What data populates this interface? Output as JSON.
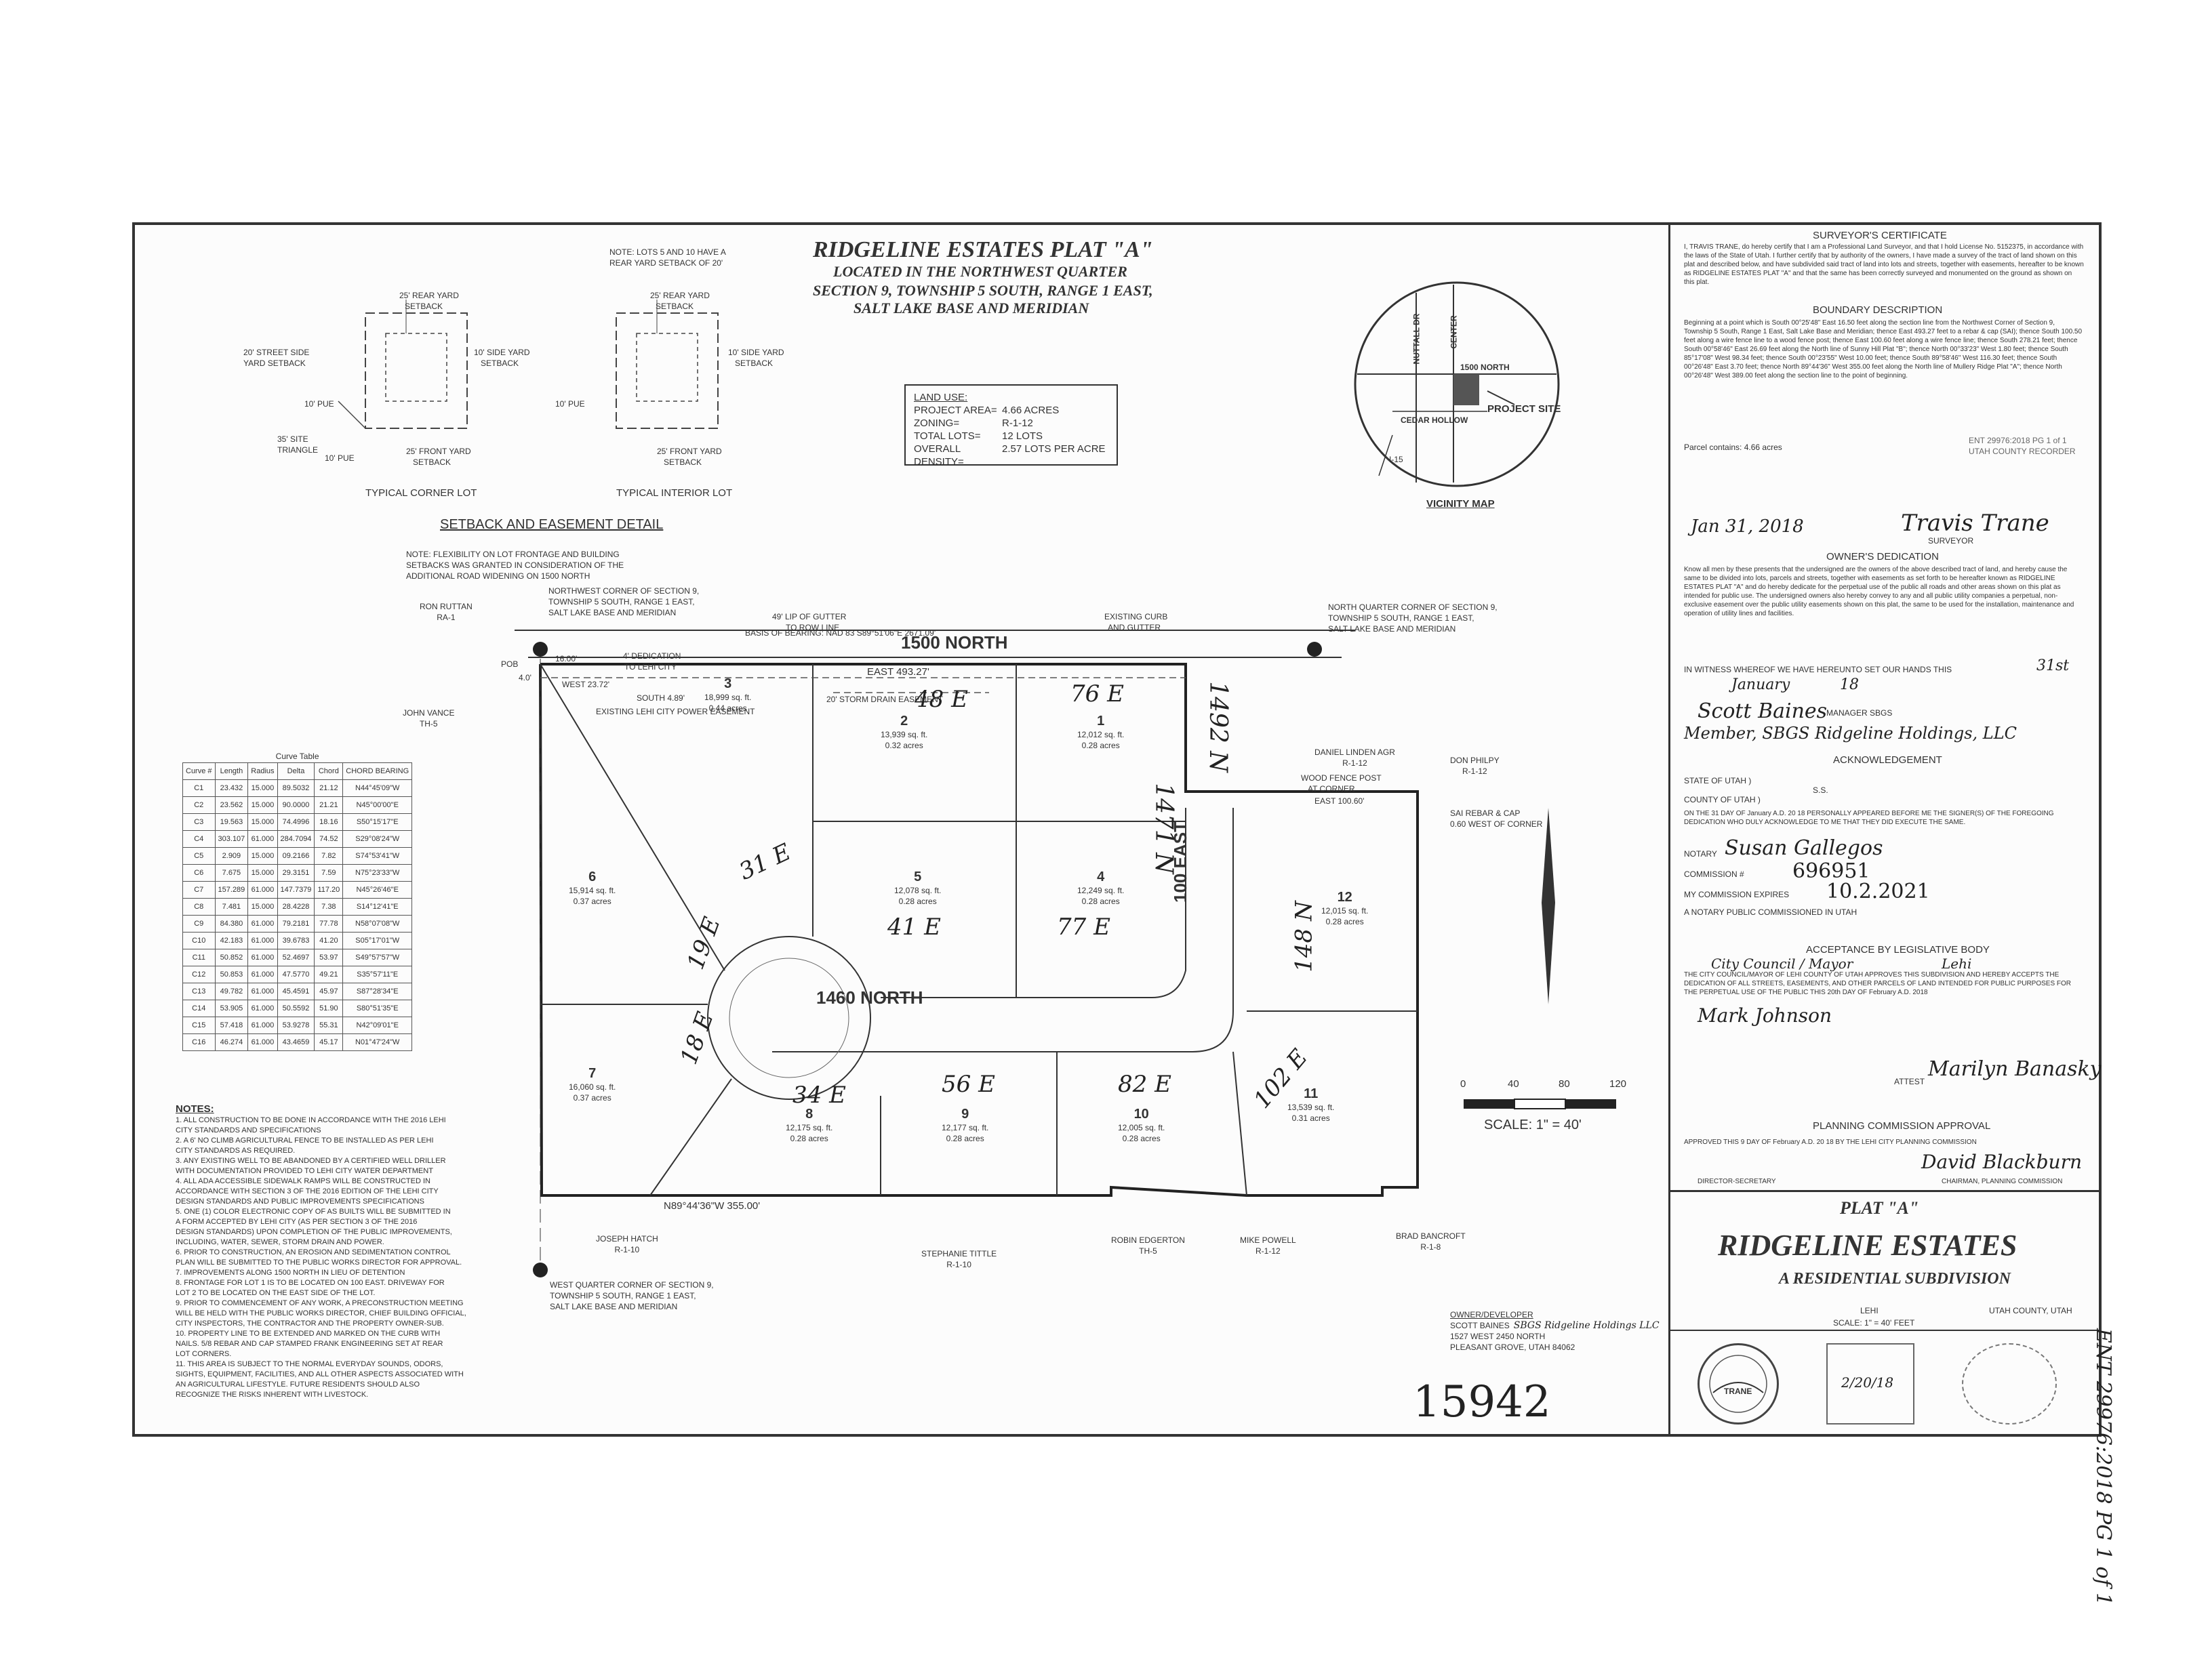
{
  "title": {
    "line1": "RIDGELINE ESTATES PLAT \"A\"",
    "line2": "LOCATED IN THE NORTHWEST QUARTER",
    "line3": "SECTION 9, TOWNSHIP 5 SOUTH, RANGE 1 EAST,",
    "line4": "SALT LAKE BASE AND MERIDIAN"
  },
  "setback": {
    "note": "NOTE: LOTS 5 AND 10 HAVE A",
    "note2": "REAR YARD SETBACK OF 20'",
    "corner_lot": "TYPICAL CORNER LOT",
    "interior_lot": "TYPICAL INTERIOR LOT",
    "rear_yard": "25' REAR YARD",
    "setback_word": "SETBACK",
    "street_side": "20' STREET SIDE",
    "yard_setback": "YARD SETBACK",
    "side_yard": "10' SIDE YARD",
    "front_yard": "25' FRONT YARD",
    "pue": "10' PUE",
    "site_triangle": "35' SITE",
    "triangle": "TRIANGLE",
    "detail_title": "SETBACK AND EASEMENT DETAIL",
    "flex_note1": "NOTE: FLEXIBILITY ON LOT FRONTAGE AND BUILDING",
    "flex_note2": "SETBACKS WAS GRANTED IN CONSIDERATION OF THE",
    "flex_note3": "ADDITIONAL ROAD WIDENING ON 1500 NORTH"
  },
  "land_use": {
    "header": "LAND USE:",
    "rows": [
      {
        "label": "PROJECT AREA=",
        "value": "4.66 ACRES"
      },
      {
        "label": "ZONING=",
        "value": "R-1-12"
      },
      {
        "label": "TOTAL LOTS=",
        "value": "12 LOTS"
      },
      {
        "label": "OVERALL DENSITY=",
        "value": "2.57 LOTS PER ACRE"
      }
    ]
  },
  "vicinity": {
    "title": "VICINITY MAP",
    "street1": "1500 NORTH",
    "street2": "CEDAR HOLLOW",
    "street3": "NUTTALL DR",
    "street4": "CENTER",
    "project_site": "PROJECT SITE",
    "highway": "I-15"
  },
  "plan": {
    "road_1500": "1500 NORTH",
    "road_1460": "1460 NORTH",
    "road_100e": "100 EAST",
    "basis": "BASIS OF BEARING: NAD 83 S89°51'06\"E 2671.09'",
    "nw_corner1": "NORTHWEST CORNER OF SECTION 9,",
    "nw_corner2": "TOWNSHIP 5 SOUTH, RANGE 1 EAST,",
    "nw_corner3": "SALT LAKE BASE AND MERIDIAN",
    "nq_corner1": "NORTH QUARTER CORNER OF SECTION 9,",
    "nq_corner2": "TOWNSHIP 5 SOUTH, RANGE 1 EAST,",
    "nq_corner3": "SALT LAKE BASE AND MERIDIAN",
    "wq_corner1": "WEST QUARTER CORNER OF SECTION 9,",
    "wq_corner2": "TOWNSHIP 5 SOUTH, RANGE 1 EAST,",
    "wq_corner3": "SALT LAKE BASE AND MERIDIAN",
    "east_dim": "EAST 493.27'",
    "south_dim": "N89°44'36\"W 355.00'",
    "gutter": "49' LIP OF GUTTER",
    "gutter2": "TO ROW LINE",
    "existing_curb": "EXISTING CURB",
    "and_gutter": "AND GUTTER",
    "storm_easement": "20' STORM DRAIN EASEMENT",
    "power_easement": "EXISTING LEHI CITY POWER EASEMENT",
    "dedication": "4' DEDICATION",
    "to_lehi": "TO LEHI CITY",
    "wood_fence": "WOOD FENCE POST",
    "at_corner": "AT CORNER",
    "rebar_cap": "SAI REBAR & CAP",
    "rebar_west": "0.60 WEST OF CORNER",
    "east_100": "EAST 100.60'",
    "pob": "POB",
    "west_dim": "WEST 23.72'",
    "south_dim2": "SOUTH 4.89'",
    "dim_16": "16.00'",
    "dim_4": "4.0'"
  },
  "lots": [
    {
      "num": "1",
      "area": "12,012 sq. ft.",
      "acres": "0.28 acres",
      "hand": "76 E"
    },
    {
      "num": "2",
      "area": "13,939 sq. ft.",
      "acres": "0.32 acres",
      "hand": "48 E"
    },
    {
      "num": "3",
      "area": "18,999 sq. ft.",
      "acres": "0.44 acres",
      "hand": "31 E"
    },
    {
      "num": "4",
      "area": "12,249 sq. ft.",
      "acres": "0.28 acres",
      "hand": "77 E"
    },
    {
      "num": "5",
      "area": "12,078 sq. ft.",
      "acres": "0.28 acres",
      "hand": "41 E"
    },
    {
      "num": "6",
      "area": "15,914 sq. ft.",
      "acres": "0.37 acres",
      "hand": "19 E"
    },
    {
      "num": "7",
      "area": "16,060 sq. ft.",
      "acres": "0.37 acres",
      "hand": ""
    },
    {
      "num": "8",
      "area": "12,175 sq. ft.",
      "acres": "0.28 acres",
      "hand": "34 E"
    },
    {
      "num": "9",
      "area": "12,177 sq. ft.",
      "acres": "0.28 acres",
      "hand": "56 E"
    },
    {
      "num": "10",
      "area": "12,005 sq. ft.",
      "acres": "0.28 acres",
      "hand": "82 E"
    },
    {
      "num": "11",
      "area": "13,539 sq. ft.",
      "acres": "0.31 acres",
      "hand": "102 E"
    },
    {
      "num": "12",
      "area": "12,015 sq. ft.",
      "acres": "0.28 acres",
      "hand": "148 N"
    }
  ],
  "hand_extra": {
    "h1": "1492 N",
    "h2": "1471 N",
    "h3": "18 E"
  },
  "neighbors": [
    {
      "name": "RON RUTTAN",
      "zone": "RA-1"
    },
    {
      "name": "JOHN VANCE",
      "zone": "TH-5"
    },
    {
      "name": "DANIEL LINDEN AGR",
      "zone": "R-1-12"
    },
    {
      "name": "DON PHILPY",
      "zone": "R-1-12"
    },
    {
      "name": "JOSEPH HATCH",
      "zone": "R-1-10"
    },
    {
      "name": "STEPHANIE TITTLE",
      "zone": "R-1-10"
    },
    {
      "name": "ROBIN EDGERTON",
      "zone": "TH-5"
    },
    {
      "name": "MIKE POWELL",
      "zone": "R-1-12"
    },
    {
      "name": "BRAD BANCROFT",
      "zone": "R-1-8"
    }
  ],
  "curve_table": {
    "title": "Curve Table",
    "headers": [
      "Curve #",
      "Length",
      "Radius",
      "Delta",
      "Chord",
      "CHORD BEARING"
    ],
    "rows": [
      [
        "C1",
        "23.432",
        "15.000",
        "89.5032",
        "21.12",
        "N44°45'09\"W"
      ],
      [
        "C2",
        "23.562",
        "15.000",
        "90.0000",
        "21.21",
        "N45°00'00\"E"
      ],
      [
        "C3",
        "19.563",
        "15.000",
        "74.4996",
        "18.16",
        "S50°15'17\"E"
      ],
      [
        "C4",
        "303.107",
        "61.000",
        "284.7094",
        "74.52",
        "S29°08'24\"W"
      ],
      [
        "C5",
        "2.909",
        "15.000",
        "09.2166",
        "7.82",
        "S74°53'41\"W"
      ],
      [
        "C6",
        "7.675",
        "15.000",
        "29.3151",
        "7.59",
        "N75°23'33\"W"
      ],
      [
        "C7",
        "157.289",
        "61.000",
        "147.7379",
        "117.20",
        "N45°26'46\"E"
      ],
      [
        "C8",
        "7.481",
        "15.000",
        "28.4228",
        "7.38",
        "S14°12'41\"E"
      ],
      [
        "C9",
        "84.380",
        "61.000",
        "79.2181",
        "77.78",
        "N58°07'08\"W"
      ],
      [
        "C10",
        "42.183",
        "61.000",
        "39.6783",
        "41.20",
        "S05°17'01\"W"
      ],
      [
        "C11",
        "50.852",
        "61.000",
        "52.4697",
        "53.97",
        "S49°57'57\"W"
      ],
      [
        "C12",
        "50.853",
        "61.000",
        "47.5770",
        "49.21",
        "S35°57'11\"E"
      ],
      [
        "C13",
        "49.782",
        "61.000",
        "45.4591",
        "45.97",
        "S87°28'34\"E"
      ],
      [
        "C14",
        "53.905",
        "61.000",
        "50.5592",
        "51.90",
        "S80°51'35\"E"
      ],
      [
        "C15",
        "57.418",
        "61.000",
        "53.9278",
        "55.31",
        "N42°09'01\"E"
      ],
      [
        "C16",
        "46.274",
        "61.000",
        "43.4659",
        "45.17",
        "N01°47'24\"W"
      ]
    ]
  },
  "notes": {
    "title": "NOTES:",
    "items": [
      "1. ALL CONSTRUCTION TO BE DONE IN ACCORDANCE WITH THE 2016 LEHI",
      "CITY STANDARDS AND SPECIFICATIONS",
      "2. A 6' NO CLIMB AGRICULTURAL FENCE TO BE INSTALLED AS PER LEHI",
      "CITY STANDARDS AS REQUIRED.",
      "3. ANY EXISTING WELL TO BE ABANDONED BY A CERTIFIED WELL DRILLER",
      "WITH DOCUMENTATION PROVIDED TO LEHI CITY WATER DEPARTMENT",
      "4. ALL ADA ACCESSIBLE SIDEWALK RAMPS WILL BE CONSTRUCTED IN",
      "ACCORDANCE WITH SECTION 3 OF THE 2016 EDITION OF THE LEHI CITY",
      "DESIGN STANDARDS AND PUBLIC IMPROVEMENTS SPECIFICATIONS",
      "5. ONE (1) COLOR ELECTRONIC COPY OF AS BUILTS WILL BE SUBMITTED IN",
      "A FORM ACCEPTED BY LEHI CITY (AS PER SECTION 3 OF THE 2016",
      "DESIGN STANDARDS) UPON COMPLETION OF THE PUBLIC IMPROVEMENTS,",
      "INCLUDING, WATER, SEWER, STORM DRAIN AND POWER.",
      "6. PRIOR TO CONSTRUCTION, AN EROSION AND SEDIMENTATION CONTROL",
      "PLAN WILL BE SUBMITTED TO THE PUBLIC WORKS DIRECTOR FOR APPROVAL.",
      "7. IMPROVEMENTS ALONG 1500 NORTH IN LIEU OF DETENTION",
      "8. FRONTAGE FOR LOT 1 IS TO BE LOCATED ON 100 EAST. DRIVEWAY FOR",
      "LOT 2 TO BE LOCATED ON THE EAST SIDE OF THE LOT.",
      "9. PRIOR TO COMMENCEMENT OF ANY WORK, A PRECONSTRUCTION MEETING",
      "WILL BE HELD WITH THE PUBLIC WORKS DIRECTOR, CHIEF BUILDING OFFICIAL,",
      "CITY INSPECTORS, THE CONTRACTOR AND THE PROPERTY OWNER-SUB.",
      "10. PROPERTY LINE TO BE EXTENDED AND MARKED ON THE CURB WITH",
      "NAILS. 5/8 REBAR AND CAP STAMPED FRANK ENGINEERING SET AT REAR",
      "LOT CORNERS.",
      "11. THIS AREA IS SUBJECT TO THE NORMAL EVERYDAY SOUNDS, ODORS,",
      "SIGHTS, EQUIPMENT, FACILITIES, AND ALL OTHER ASPECTS ASSOCIATED WITH",
      "AN AGRICULTURAL LIFESTYLE. FUTURE RESIDENTS SHOULD ALSO",
      "RECOGNIZE THE RISKS INHERENT WITH LIVESTOCK."
    ]
  },
  "scale": {
    "ticks": [
      "0",
      "40",
      "80",
      "120"
    ],
    "label": "SCALE:   1\" = 40'"
  },
  "owner": {
    "label": "OWNER/DEVELOPER",
    "name": "SCOTT BAINES",
    "company_hand": "SBGS Ridgeline Holdings LLC",
    "address": "1527 WEST 2450 NORTH",
    "city": "PLEASANT GROVE, UTAH 84062"
  },
  "record_number": "15942",
  "side_stamp": "ENT 29976:2018 PG 1 of 1",
  "right_panel": {
    "surveyor_title": "SURVEYOR'S CERTIFICATE",
    "surveyor_text": "I, TRAVIS TRANE, do hereby certify that I am a Professional Land Surveyor, and that I hold License No. 5152375, in accordance with the laws of the State of Utah. I further certify that by authority of the owners, I have made a survey of the tract of land shown on this plat and described below, and have subdivided said tract of land into lots and streets, together with easements, hereafter to be known as RIDGELINE ESTATES PLAT \"A\" and that the same has been correctly surveyed and monumented on the ground as shown on this plat.",
    "boundary_title": "BOUNDARY DESCRIPTION",
    "boundary_text": "Beginning at a point which is South 00°25'48\" East 16.50 feet along the section line from the Northwest Corner of Section 9, Township 5 South, Range 1 East, Salt Lake Base and Meridian; thence East 493.27 feet to a rebar & cap (SAI); thence South 100.50 feet along a wire fence line to a wood fence post; thence East 100.60 feet along a wire fence line; thence South 278.21 feet; thence South 00°58'46\" East 26.69 feet along the North line of Sunny Hill Plat \"B\"; thence North 00°33'23\" West 1.80 feet; thence South 85°17'08\" West 98.34 feet; thence South 00°23'55\" West 10.00 feet; thence South 89°58'46\" West 116.30 feet; thence South 00°26'48\" East 3.70 feet; thence North 89°44'36\" West 355.00 feet along the North line of Mullery Ridge Plat \"A\"; thence North 00°26'48\" West 389.00 feet along the section line to the point of beginning.",
    "parcel_note": "Parcel contains: 4.66 acres",
    "recorder_note": "ENT 29976:2018 PG 1 of 1",
    "county_recorder": "UTAH COUNTY RECORDER",
    "survey_date_hand": "Jan 31, 2018",
    "surveyor_sig_hand": "Travis Trane",
    "surveyor_label": "SURVEYOR",
    "owner_dedication_title": "OWNER'S DEDICATION",
    "owner_dedication_text": "Know all men by these presents that the undersigned are the owners of the above described tract of land, and hereby cause the same to be divided into lots, parcels and streets, together with easements as set forth to be hereafter known as RIDGELINE ESTATES PLAT \"A\" and do hereby dedicate for the perpetual use of the public all roads and other areas shown on this plat as intended for public use. The undersigned owners also hereby convey to any and all public utility companies a perpetual, non-exclusive easement over the public utility easements shown on this plat, the same to be used for the installation, maintenance and operation of utility lines and facilities.",
    "witness_text": "IN WITNESS WHEREOF WE HAVE HEREUNTO SET OUR HANDS THIS",
    "witness_day_hand": "31st",
    "witness_month_hand": "January",
    "witness_year_hand": "18",
    "owner_sig_hand": "Scott Baines",
    "owner_sig_label": "MANAGER SBGS",
    "member_hand": "Member, SBGS Ridgeline Holdings, LLC",
    "ack_title": "ACKNOWLEDGEMENT",
    "state_line": "STATE OF UTAH      )",
    "ss": "S.S.",
    "county_line": "COUNTY OF UTAH      )",
    "ack_text": "ON THE 31 DAY OF January A.D. 20 18 PERSONALLY APPEARED BEFORE ME THE SIGNER(S) OF THE FOREGOING DEDICATION WHO DULY ACKNOWLEDGE TO ME THAT THEY DID EXECUTE THE SAME.",
    "notary_label": "NOTARY",
    "notary_hand": "Susan Gallegos",
    "commission_label": "COMMISSION #",
    "commission_hand": "696951",
    "expires_label": "MY COMMISSION EXPIRES",
    "expires_hand": "10.2.2021",
    "notary_public": "A NOTARY PUBLIC COMMISSIONED IN UTAH",
    "acceptance_title": "ACCEPTANCE BY LEGISLATIVE BODY",
    "council_hand": "City Council / Mayor",
    "lehi_hand": "Lehi",
    "acceptance_text": "THE CITY COUNCIL/MAYOR OF LEHI COUNTY OF UTAH APPROVES THIS SUBDIVISION AND HEREBY ACCEPTS THE DEDICATION OF ALL STREETS, EASEMENTS, AND OTHER PARCELS OF LAND INTENDED FOR PUBLIC PURPOSES FOR THE PERPETUAL USE OF THE PUBLIC THIS 20th DAY OF February A.D. 2018",
    "mayor_sig_hand": "Mark Johnson",
    "attest_label": "ATTEST",
    "attest_sig_hand": "Marilyn Banasky",
    "planning_title": "PLANNING COMMISSION APPROVAL",
    "planning_text": "APPROVED THIS 9 DAY OF February A.D. 20 18 BY THE LEHI CITY PLANNING COMMISSION",
    "planning_sig_hand": "David Blackburn",
    "director_label": "DIRECTOR-SECRETARY",
    "chairman_label": "CHAIRMAN, PLANNING COMMISSION",
    "plat_label": "PLAT \"A\"",
    "project_name": "RIDGELINE ESTATES",
    "project_sub": "A RESIDENTIAL SUBDIVISION",
    "location": "LEHI",
    "county": "UTAH COUNTY, UTAH",
    "scale_note": "SCALE: 1\" = 40' FEET",
    "seal_name": "TRANE",
    "seal_date_hand": "2/20/18"
  }
}
